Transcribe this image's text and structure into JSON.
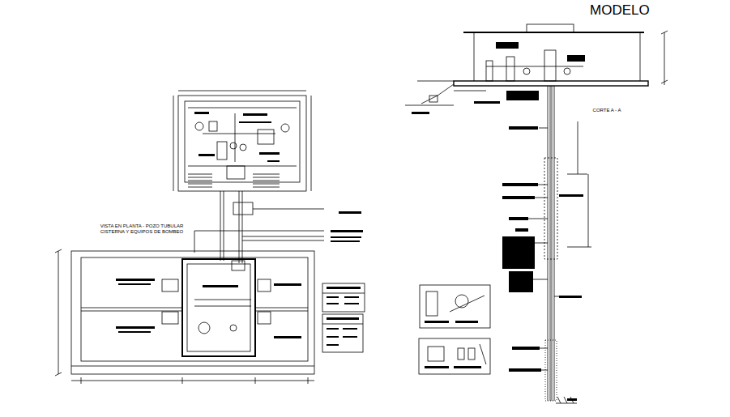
{
  "diagram": {
    "title": "MODELO",
    "labels": [
      "VISTA EN PLANTA - POZO TUBULAR CISTERNA Y EQUIPOS DE BOMBEO",
      "CORTE A - A"
    ]
  }
}
